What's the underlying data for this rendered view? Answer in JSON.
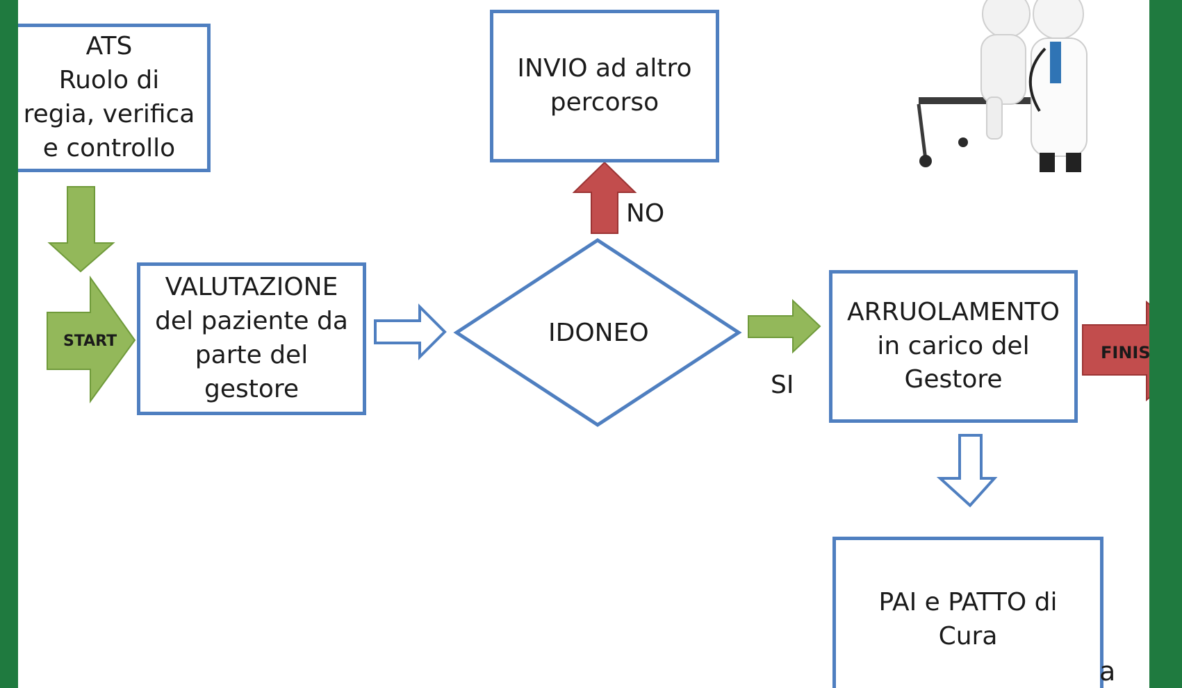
{
  "diagram": {
    "ats_box": "ATS\nRuolo di\nregia, verifica\ne controllo",
    "valutazione_box": "VALUTAZIONE\ndel paziente da\nparte del\ngestore",
    "invio_box": "INVIO ad altro\npercorso",
    "idoneo_diamond": "IDONEO",
    "arruolamento_box": "ARRUOLAMENTO\nin carico del\nGestore",
    "pai_box": "PAI e PATTO di\nCura",
    "no_label": "NO",
    "si_label": "SI",
    "start_arrow": "START",
    "finish_arrow": "FINISH",
    "clipped_text": "a"
  },
  "colors": {
    "background_frame": "#1f7a3f",
    "box_border": "#4f7fc0",
    "green_arrow": "#93b85a",
    "green_arrow_stroke": "#6f9a3a",
    "red_arrow": "#c24d4d",
    "red_arrow_stroke": "#9b3333",
    "hollow_arrow_stroke": "#4f7fc0"
  },
  "icons": {
    "illustration": "doctor-with-patient-illustration-icon"
  }
}
